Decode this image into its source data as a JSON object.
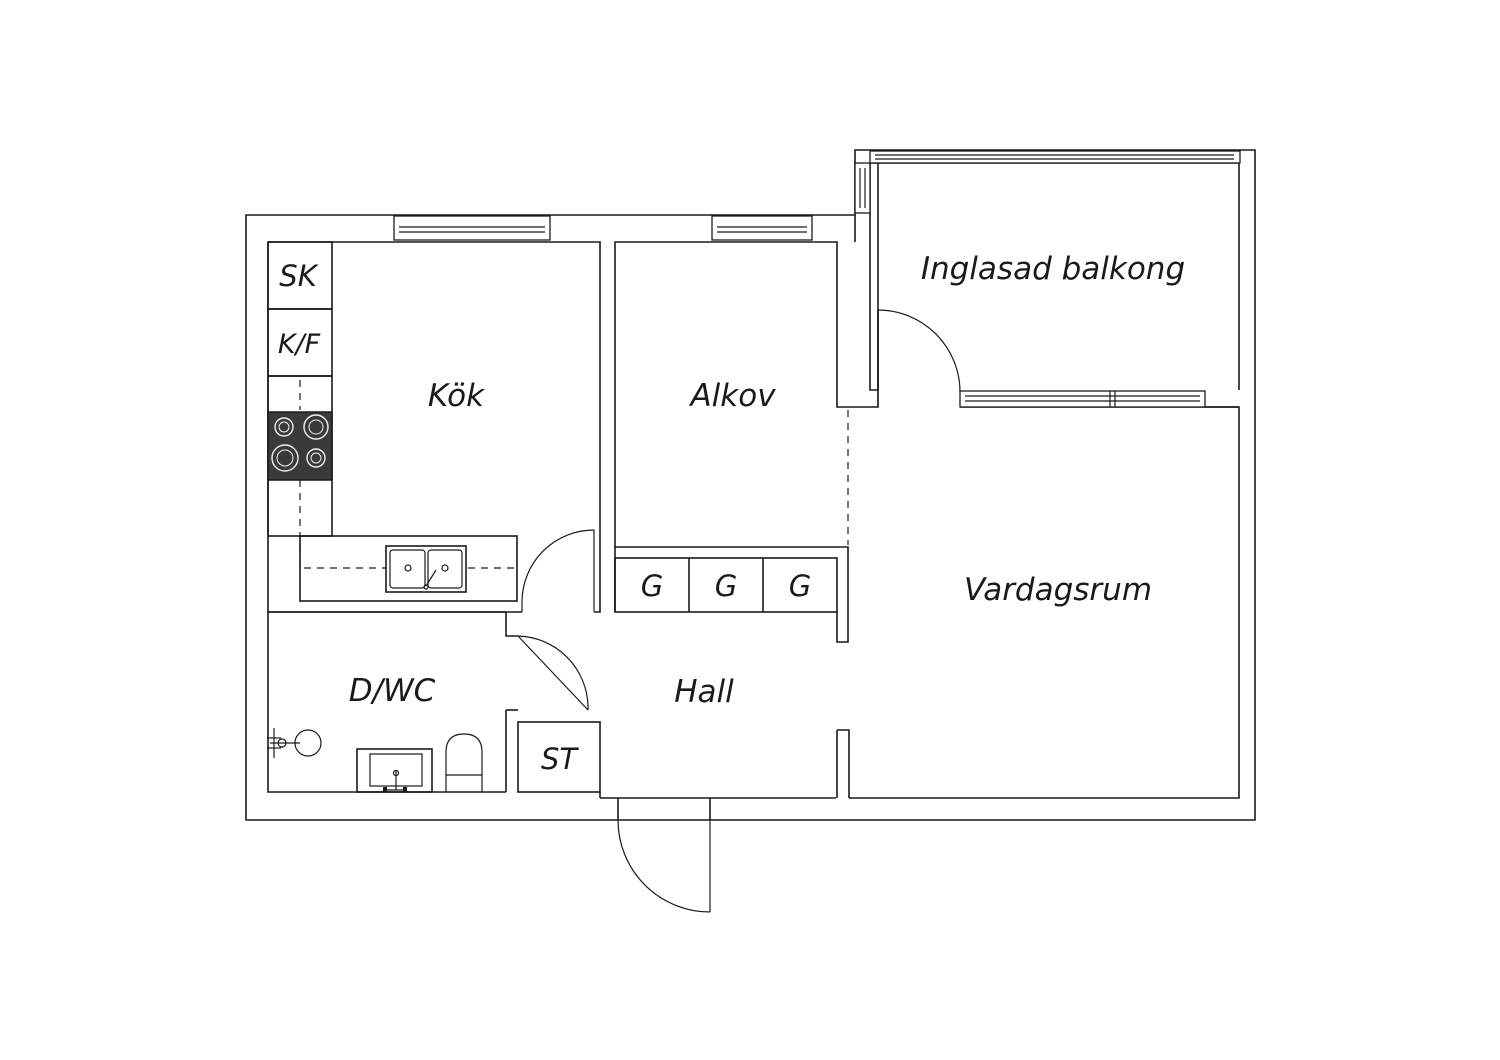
{
  "rooms": {
    "kitchen": "Kök",
    "alcove": "Alkov",
    "glazed_balcony": "Inglasad balkong",
    "living_room": "Vardagsrum",
    "hall": "Hall",
    "bathroom": "D/WC",
    "storage": "ST"
  },
  "fixtures": {
    "freezer": "SK",
    "fridge_freezer": "K/F",
    "wardrobe_1": "G",
    "wardrobe_2": "G",
    "wardrobe_3": "G"
  },
  "colors": {
    "line": "#1a1a1a",
    "stove": "#3a3a3a",
    "background": "#ffffff"
  }
}
